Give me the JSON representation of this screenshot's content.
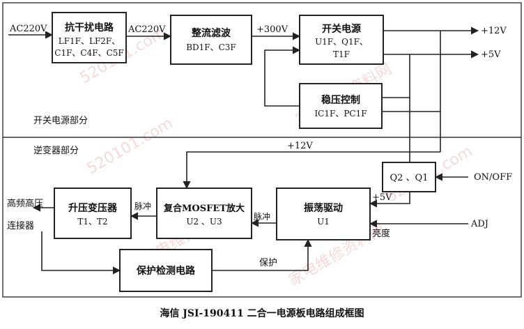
{
  "sections": {
    "switching": "开关电源部分",
    "inverter": "逆变器部分"
  },
  "blocks": {
    "emi": {
      "title": "抗干扰电路",
      "line2": "LF1F、LF2F、",
      "line3": "C1F、C4F、C5F"
    },
    "rectifier": {
      "title": "整流滤波",
      "line2": "BD1F、C3F"
    },
    "psu": {
      "title": "开关电源",
      "line2": "U1F、Q1F、",
      "line3": "T1F"
    },
    "regulator": {
      "title": "稳压控制",
      "line2": "IC1F、PC1F"
    },
    "q2q1": {
      "title": "Q2 、Q1"
    },
    "transformer": {
      "title": "升压变压器",
      "line2": "T1、T2"
    },
    "mosfet": {
      "title": "复合MOSFET放大",
      "line2": "U2 、U3"
    },
    "osc": {
      "title": "振荡驱动",
      "line2": "U1"
    },
    "protect": {
      "title": "保护检测电路"
    }
  },
  "labels": {
    "ac_in": "AC220V",
    "ac_mid": "AC220V",
    "v300": "+300V",
    "v12_out": "+12V",
    "v5_out": "+5V",
    "v12_inv": "+12V",
    "v5_inv": "+5V",
    "onoff": "ON/OFF",
    "adj": "ADJ",
    "brightness": "亮度",
    "pulse1": "脉冲",
    "pulse2": "脉冲",
    "protect_sig": "保护",
    "hv_conn_1": "高频高压",
    "hv_conn_2": "连接器"
  },
  "caption": "海信 JSI-190411 二合一电源板电路组成框图",
  "watermarks": [
    "家电维修资料网",
    "520101.com",
    "家电维修资料网",
    "520101.com",
    "家电维修资料网",
    "520101.com"
  ],
  "colors": {
    "ink": "#222222",
    "watermark": "#cc3333"
  }
}
